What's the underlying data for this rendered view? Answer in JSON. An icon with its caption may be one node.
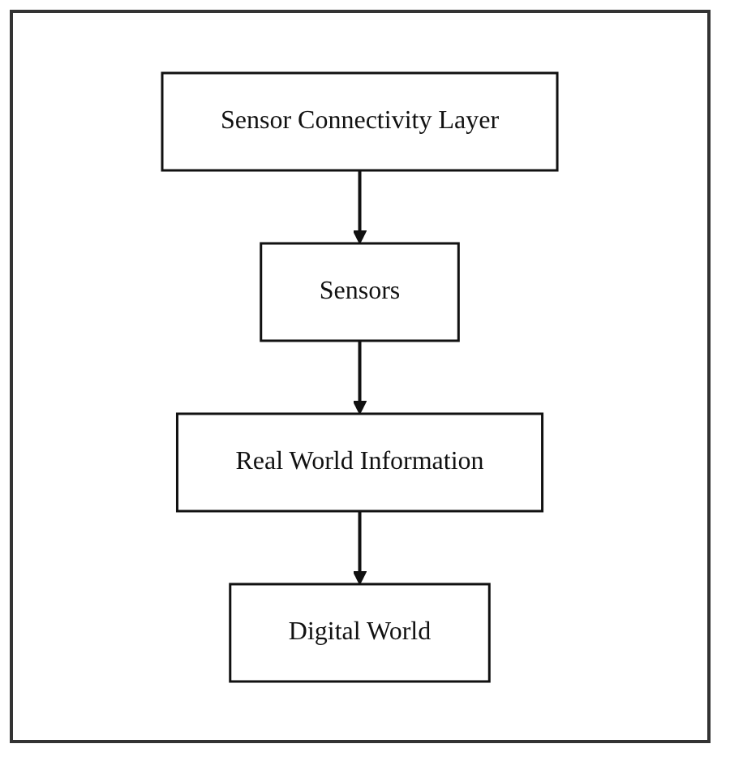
{
  "diagram": {
    "nodes": [
      {
        "text": [
          "Sensor Connectivity Layer"
        ]
      },
      {
        "text": [
          "Sensors"
        ]
      },
      {
        "text": [
          "Real World Information"
        ]
      },
      {
        "text": [
          "Digital World"
        ]
      }
    ],
    "edges": [
      {
        "from": 0,
        "to": 1,
        "arrow": "to"
      },
      {
        "from": 1,
        "to": 2,
        "arrow": "to"
      },
      {
        "from": 2,
        "to": 3,
        "arrow": "to"
      }
    ]
  }
}
